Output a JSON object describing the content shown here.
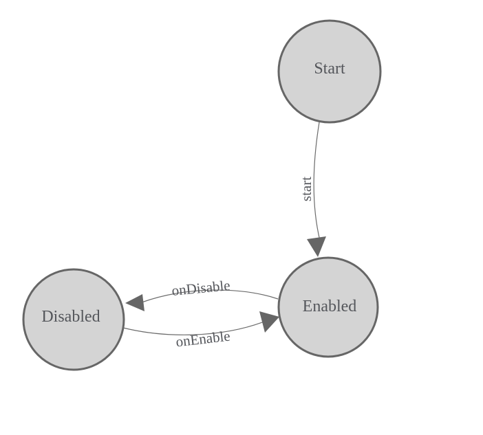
{
  "diagram": {
    "type": "state-machine",
    "background": "#ffffff",
    "nodes": [
      {
        "label": "Start"
      },
      {
        "label": "Enabled"
      },
      {
        "label": "Disabled"
      }
    ],
    "edges": [
      {
        "label": "start",
        "from": "Start",
        "to": "Enabled"
      },
      {
        "label": "onDisable",
        "from": "Enabled",
        "to": "Disabled"
      },
      {
        "label": "onEnable",
        "from": "Disabled",
        "to": "Enabled"
      }
    ],
    "colors": {
      "node_fill": "#d4d4d4",
      "node_stroke": "#666666",
      "edge_line": "#6b6b6b",
      "arrow_fill": "#666666",
      "text": "#54565b"
    }
  }
}
